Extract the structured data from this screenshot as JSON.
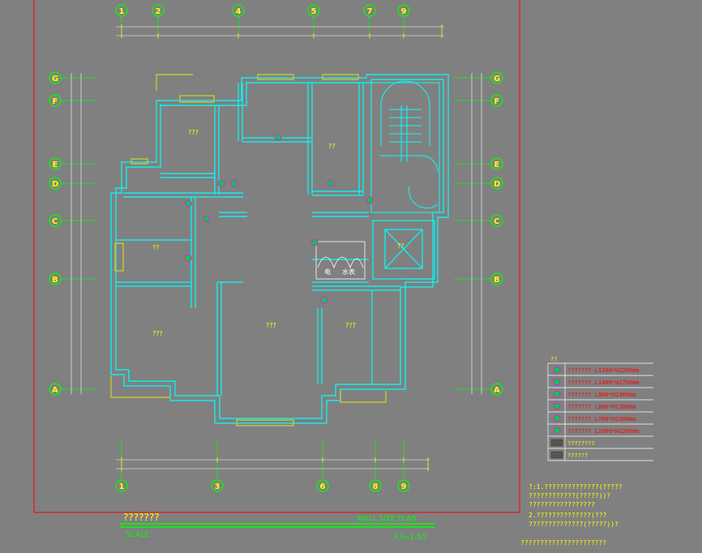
{
  "grid_top": [
    "1",
    "2",
    "4",
    "5",
    "7",
    "9"
  ],
  "grid_bottom": [
    "1",
    "3",
    "6",
    "8",
    "9"
  ],
  "grid_left": [
    "G",
    "F",
    "E",
    "D",
    "C",
    "B",
    "A"
  ],
  "grid_right": [
    "G",
    "F",
    "E",
    "D",
    "C",
    "B",
    "A"
  ],
  "rooms": {
    "bedroom_nw": "???",
    "room_north": "??",
    "room_west": "??",
    "bedroom_sw": "???",
    "living": "???",
    "room_se": "???",
    "elevator": "??",
    "storage_a": "电",
    "storage_b": "水表"
  },
  "legend": {
    "items": [
      "???????  L1200*H2200mm",
      "???????  L1400*H2700mm",
      "??????? L800*H2300mm",
      "??????? L800*H2300mm",
      "??????? L700*H2300mm",
      "??????? L1000*H2200mm",
      "????????",
      "??????"
    ],
    "mark": "??"
  },
  "notes": [
    "?:1.??????????????(?????",
    "   ????????????(?????))?",
    "   ?????????????????",
    " 2.??????????????(???",
    "   ??????????????(?????))?"
  ],
  "notes_footer": "??????????????????????",
  "title": {
    "main": "???????",
    "scale_label": "SCALE",
    "plan_label": "WALL SIZE PLAN",
    "scale_value": "A3=1:50"
  },
  "colors": {
    "background": "#808080",
    "grid": "#00ff00",
    "text": "#ffff00",
    "wall": "#00ffff",
    "frame": "#ff0000",
    "window": "#c8c832",
    "door_marker": "#cc33cc"
  }
}
